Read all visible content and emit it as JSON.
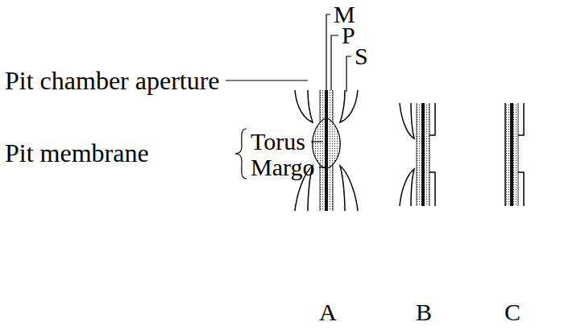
{
  "diagram": {
    "labels": [
      "M",
      "P",
      "S",
      "Pit chamber aperture",
      "Pit membrane",
      "Torus",
      "Margo",
      "A",
      "B",
      "C"
    ]
  }
}
